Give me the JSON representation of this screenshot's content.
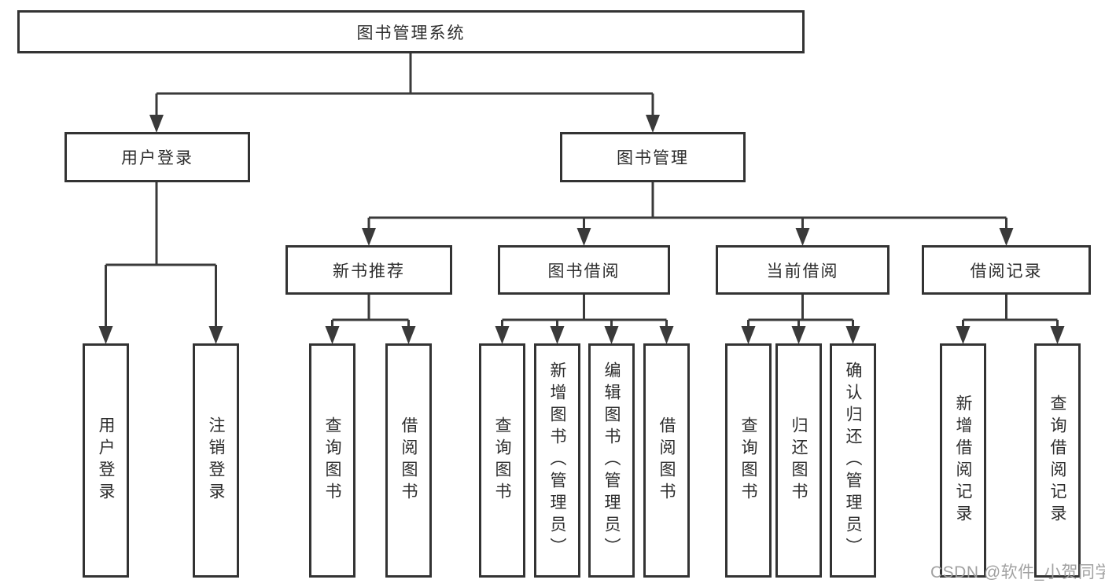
{
  "tree": {
    "root": {
      "label": "图书管理系统"
    },
    "branches": [
      {
        "label": "用户登录",
        "children": [
          {
            "label": "用户登录"
          },
          {
            "label": "注销登录"
          }
        ]
      },
      {
        "label": "图书管理",
        "children": [
          {
            "label": "新书推荐",
            "children": [
              {
                "label": "查询图书"
              },
              {
                "label": "借阅图书"
              }
            ]
          },
          {
            "label": "图书借阅",
            "children": [
              {
                "label": "查询图书"
              },
              {
                "label": "新增图书（管理员）"
              },
              {
                "label": "编辑图书（管理员）"
              },
              {
                "label": "借阅图书"
              }
            ]
          },
          {
            "label": "当前借阅",
            "children": [
              {
                "label": "查询图书"
              },
              {
                "label": "归还图书"
              },
              {
                "label": "确认归还（管理员）"
              }
            ]
          },
          {
            "label": "借阅记录",
            "children": [
              {
                "label": "新增借阅记录"
              },
              {
                "label": "查询借阅记录"
              }
            ]
          }
        ]
      }
    ]
  },
  "watermark": "CSDN @软件_小贺同学",
  "colors": {
    "line": "#3a3a3a",
    "box_border": "#333333",
    "text": "#2d2d2d",
    "background": "#ffffff",
    "watermark": "#9c9c9c"
  }
}
